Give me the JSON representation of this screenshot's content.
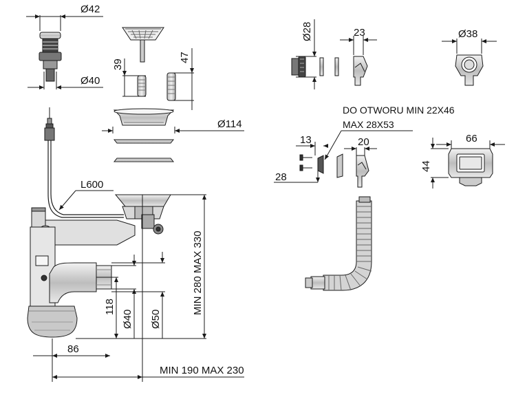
{
  "dimensions": {
    "d42": "Ø42",
    "d40_top": "Ø40",
    "h39": "39",
    "h47": "47",
    "d114": "Ø114",
    "l600": "L600",
    "d28": "Ø28",
    "w23": "23",
    "d38": "Ø38",
    "w13": "13",
    "h28": "28",
    "w20": "20",
    "w66": "66",
    "h44": "44",
    "h118": "118",
    "d40_outlet": "Ø40",
    "d50": "Ø50",
    "height_range": "MIN 280 MAX 330",
    "w86": "86",
    "width_range": "MIN 190 MAX 230"
  },
  "notes": {
    "hole_line1": "DO OTWORU MIN 22X46",
    "hole_line2": "MAX 28X53"
  },
  "colors": {
    "line": "#1a1a1a",
    "part_light": "#e4e4e4",
    "part_mid": "#b9b9b9",
    "part_dark": "#555555"
  }
}
